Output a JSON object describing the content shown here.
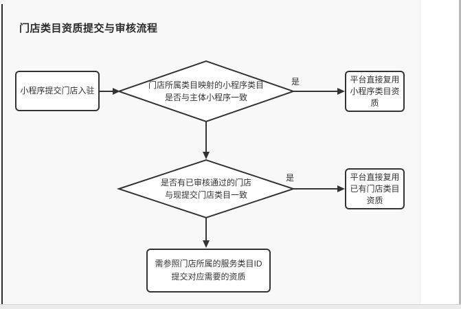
{
  "page": {
    "title": "门店类目资质提交与审核流程"
  },
  "colors": {
    "stroke": "#333333",
    "node_fill": "#ffffff",
    "canvas_bg": "#f8f8f8",
    "text": "#333333",
    "scrollbar": "#b8b8b8",
    "bottom_bar": "#ebebeb"
  },
  "flowchart": {
    "start": {
      "label": "小程序提交门店入驻"
    },
    "decision1": {
      "line1": "门店所属类目映射的小程序类目",
      "line2": "是否与主体小程序一致",
      "yes_label": "是"
    },
    "result1": {
      "label": "平台直接复用小程序类目资质"
    },
    "decision2": {
      "line1": "是否有已审核通过的门店",
      "line2": "与现提交门店类目一致",
      "yes_label": "是"
    },
    "result2": {
      "label": "平台直接复用已有门店类目资质"
    },
    "final": {
      "line1": "需参照门店所属的服务类目ID",
      "line2": "提交对应需要的资质"
    }
  }
}
